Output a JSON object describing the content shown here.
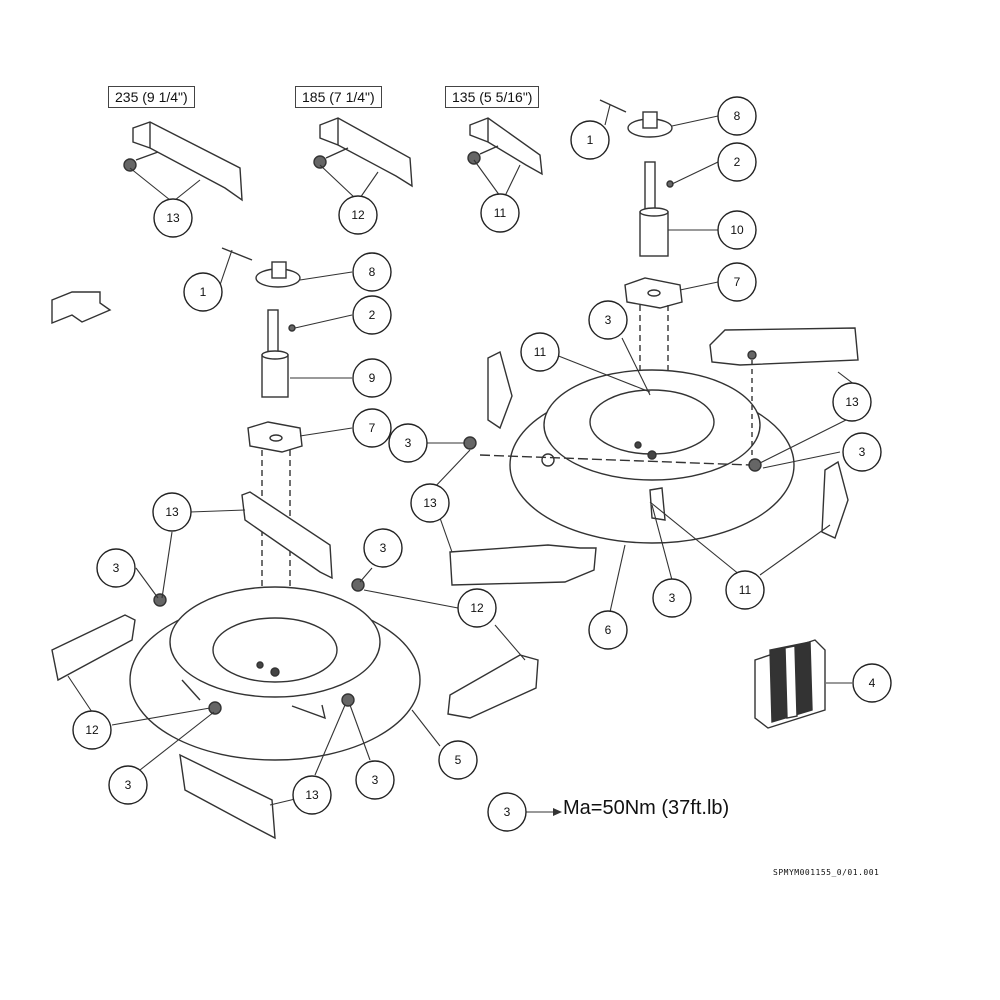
{
  "size_labels": [
    "235 (9 1/4\")",
    "185 (7 1/4\")",
    "135 (5 5/16\")"
  ],
  "torque_callout": {
    "number": "3",
    "text": "Ma=50Nm (37ft.lb)"
  },
  "drawing_id": "SPMYM001155_0/01.001",
  "callouts": [
    "1",
    "2",
    "3",
    "4",
    "5",
    "6",
    "7",
    "8",
    "9",
    "10",
    "11",
    "12",
    "13"
  ]
}
